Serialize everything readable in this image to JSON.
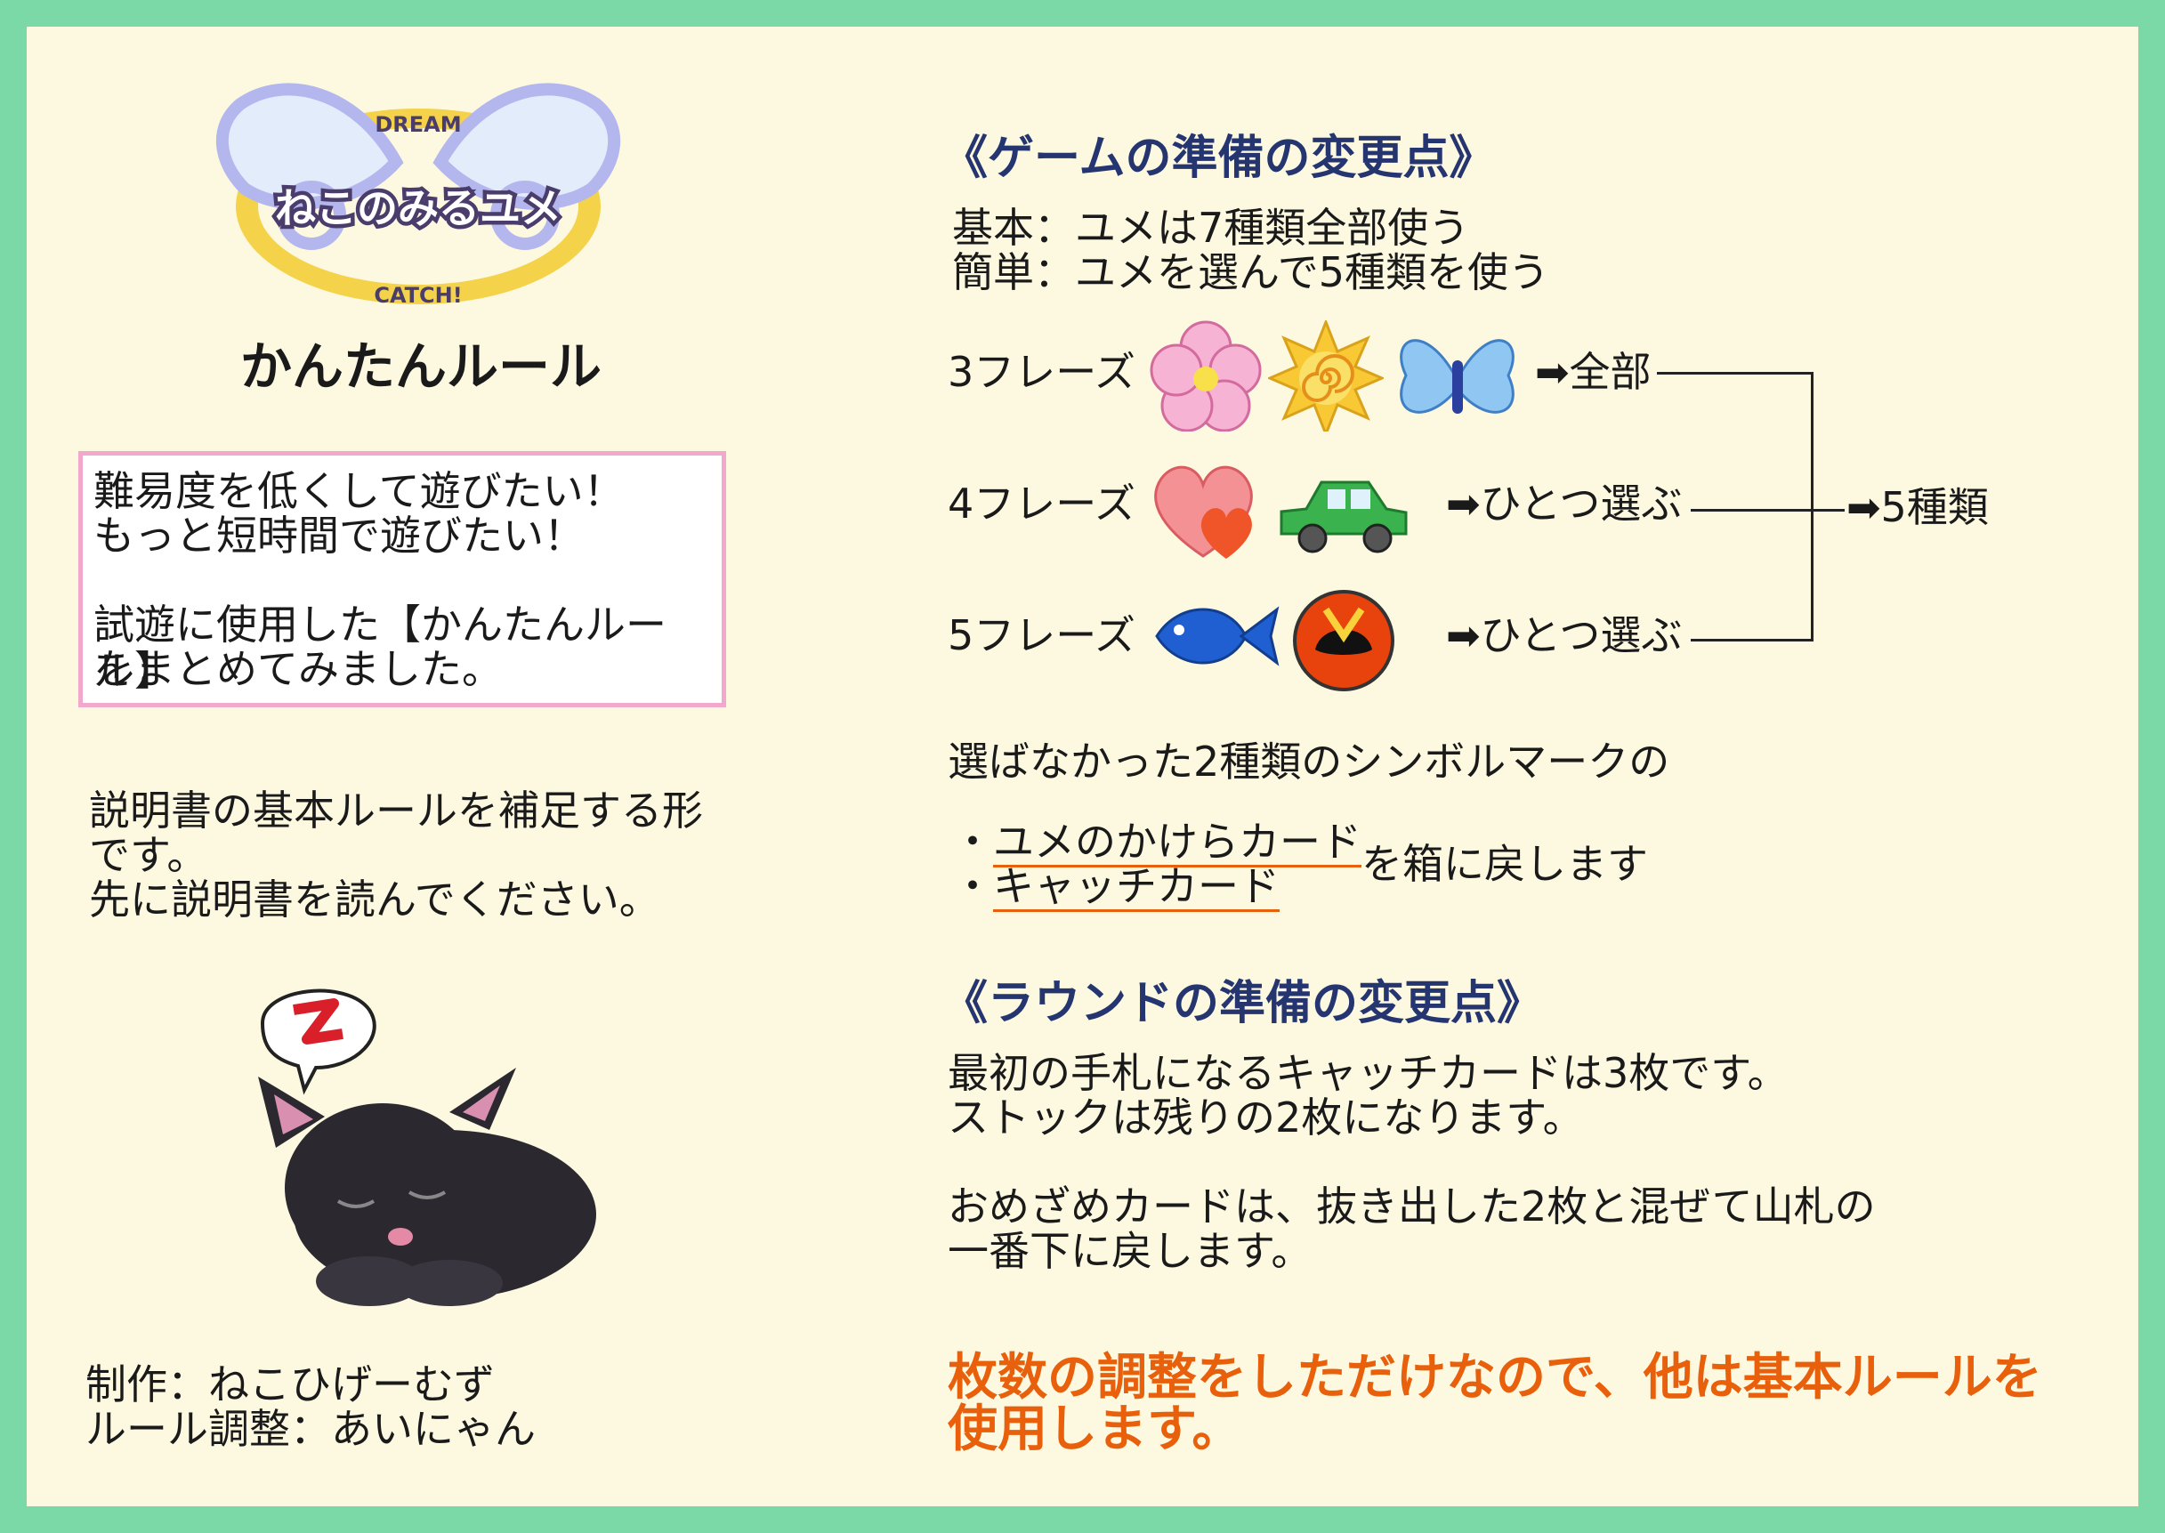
{
  "logo": {
    "top": "DREAM",
    "middle": "ねこのみるユメ",
    "bottom": "CATCH!"
  },
  "left": {
    "title": "かんたんルール",
    "box_lines": [
      "難易度を低くして遊びたい！",
      "もっと短時間で遊びたい！",
      "試遊に使用した【かんたんルール】",
      "をまとめてみました。"
    ],
    "note_lines": [
      "説明書の基本ルールを補足する形",
      "です。",
      "先に説明書を読んでください。"
    ],
    "credit1": "制作：ねこひげーむず",
    "credit2": "ルール調整：あいにゃん"
  },
  "right": {
    "heading1": "《ゲームの準備の変更点》",
    "basic": "基本：ユメは7種類全部使う",
    "easy": "簡単：ユメを選んで5種類を使う",
    "rows": [
      {
        "label": "3フレーズ",
        "result": "➡全部",
        "icons": [
          "flower-icon",
          "sun-icon",
          "butterfly-icon"
        ]
      },
      {
        "label": "4フレーズ",
        "result": "➡ひとつ選ぶ",
        "icons": [
          "heart-icon",
          "car-icon"
        ]
      },
      {
        "label": "5フレーズ",
        "result": "➡ひとつ選ぶ",
        "icons": [
          "fish-icon",
          "mask-icon"
        ]
      }
    ],
    "total": "➡5種類",
    "unchosen": "選ばなかった2種類のシンボルマークの",
    "cards": [
      "ユメのかけらカード",
      "キャッチカード"
    ],
    "return_box": "を箱に戻します",
    "heading2": "《ラウンドの準備の変更点》",
    "round1": "最初の手札になるキャッチカードは3枚です。",
    "round2": "ストックは残りの2枚になります。",
    "round3": "おめざめカードは、抜き出した2枚と混ぜて山札の",
    "round4": "一番下に戻します。",
    "footer1": "枚数の調整をしただけなので、他は基本ルールを",
    "footer2": "使用します。"
  },
  "colors": {
    "frame": "#7ad9a6",
    "paper": "#fdf9e1",
    "accent": "#e8600c",
    "heading": "#253570",
    "box_border": "#f2a7cc"
  }
}
